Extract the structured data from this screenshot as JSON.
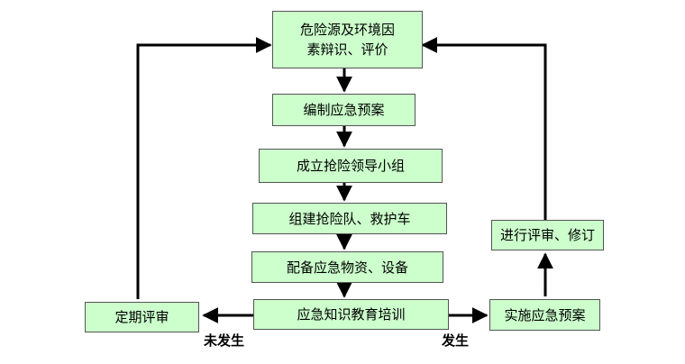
{
  "nodes": {
    "hazard_identification": [
      "危险源及环境因",
      "素辩识、评价"
    ],
    "prepare_plan": "编制应急预案",
    "form_team": "成立抢险领导小组",
    "build_squad": "组建抢险队、救护车",
    "equip": "配备应急物资、设备",
    "training": "应急知识教育培训",
    "periodic_review": "定期评审",
    "implement_plan": "实施应急预案",
    "review_revise": "进行评审、修订"
  },
  "edge_labels": {
    "not_occurred": "未发生",
    "occurred": "发生"
  },
  "colors": {
    "box_fill": "#ccffcc",
    "box_border": "#555555",
    "line": "#000000"
  }
}
